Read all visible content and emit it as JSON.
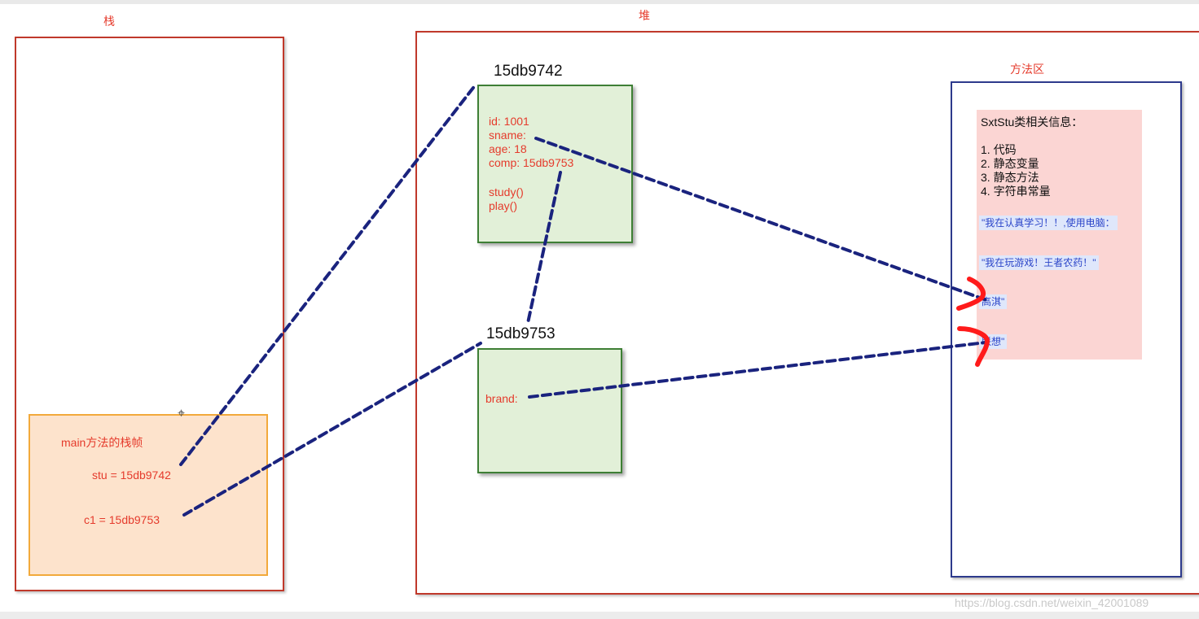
{
  "regions": {
    "stack_title": "栈",
    "heap_title": "堆",
    "method_area_title": "方法区"
  },
  "stack_frame": {
    "title": "main方法的栈帧",
    "stu": "stu = 15db9742",
    "c1": "c1 = 15db9753"
  },
  "student_object": {
    "address": "15db9742",
    "fields": [
      "id: 1001",
      "sname:",
      "age: 18",
      "comp: 15db9753"
    ],
    "methods": [
      "study()",
      "play()"
    ]
  },
  "computer_object": {
    "address": "15db9753",
    "fields": [
      "brand:"
    ]
  },
  "class_info": {
    "heading": "SxtStu类相关信息：",
    "items": [
      "1. 代码",
      "2. 静态变量",
      "3. 静态方法",
      "4. 字符串常量"
    ]
  },
  "string_constants": {
    "s1": "\"我在认真学习！！,使用电脑：",
    "s2": "\"我在玩游戏！王者农药！\"",
    "s3": "高淇\"",
    "s4": "联想\""
  },
  "watermark": "https://blog.csdn.net/weixin_42001089",
  "colors": {
    "stack_border": "#c0392b",
    "frame_fill": "#fde3cc",
    "object_fill": "#e2f0d8",
    "method_area_border": "#2d3a8c",
    "class_info_fill": "#fbd5d3",
    "reference_line": "#1a237e",
    "annotation": "#ff1a1a"
  }
}
